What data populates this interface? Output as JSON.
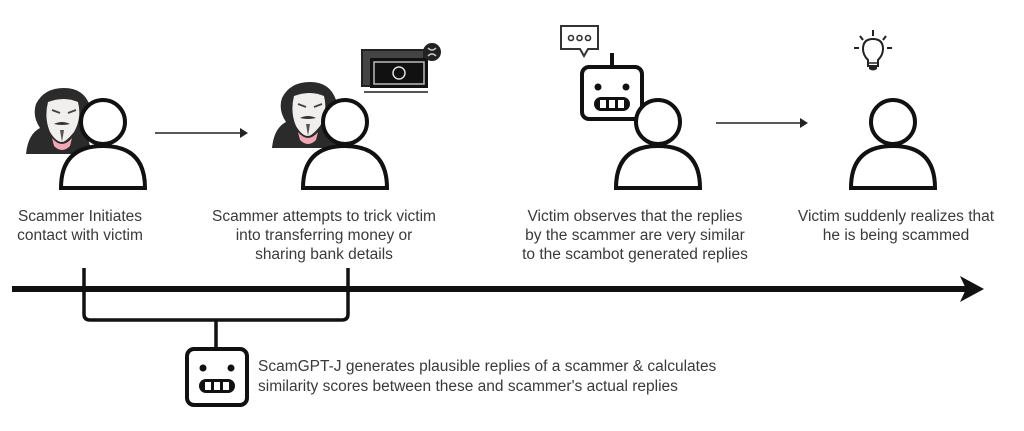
{
  "steps": [
    {
      "id": "scammer-initiates",
      "lines": [
        "Scammer Initiates",
        "contact with victim"
      ],
      "icons": [
        "scammer-mask-icon",
        "person-icon"
      ]
    },
    {
      "id": "scammer-tricks",
      "lines": [
        "Scammer attempts to trick victim",
        "into transferring money or",
        "sharing bank details"
      ],
      "icons": [
        "scammer-mask-icon",
        "person-icon",
        "money-transfer-icon"
      ]
    },
    {
      "id": "victim-observes",
      "lines": [
        "Victim observes that the replies",
        "by the scammer are very similar",
        "to the scambot generated replies"
      ],
      "icons": [
        "robot-icon",
        "chat-bubble-icon",
        "person-icon"
      ]
    },
    {
      "id": "victim-realizes",
      "lines": [
        "Victim suddenly realizes that",
        "he is being scammed"
      ],
      "icons": [
        "lightbulb-icon",
        "person-icon"
      ]
    }
  ],
  "scamgpt": {
    "lines": [
      "ScamGPT-J generates plausible replies of a scammer & calculates",
      "similarity scores between these and scammer's actual replies"
    ],
    "icon": "robot-icon"
  },
  "colors": {
    "stroke": "#111111",
    "text": "#3a3a3a",
    "mask_tint": "#f2a8b4",
    "hood": "#2b2b2b"
  }
}
